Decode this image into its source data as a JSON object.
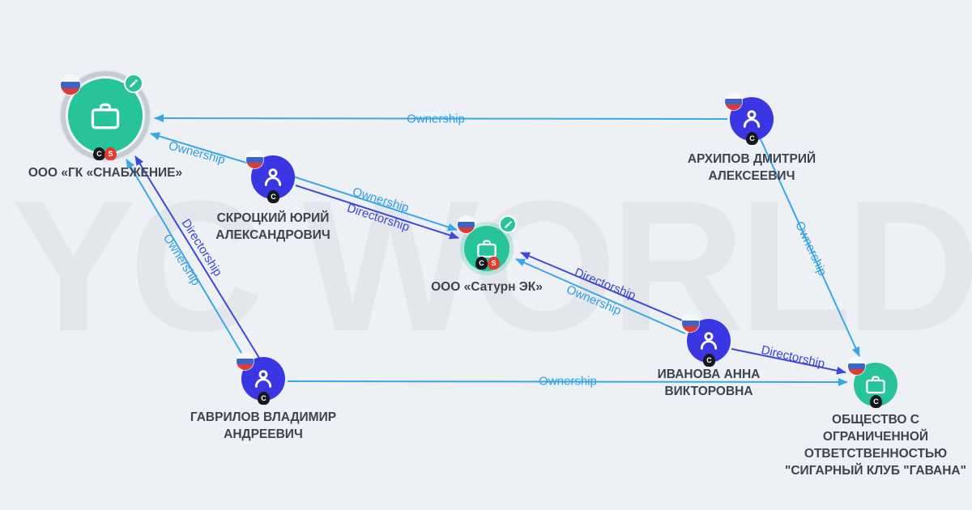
{
  "watermark": "YC WORLD",
  "colors": {
    "background": "#edf1f5",
    "watermark": "#e3e7ec",
    "ownership_edge": "#38a7e8",
    "directorship_edge": "#3e49d6",
    "person_node": "#3a36e4",
    "company_node": "#27c49c",
    "label_text": "#3d4450",
    "flag_blue": "#3c64c8",
    "flag_red": "#dd3b33",
    "badge_black": "#15181d",
    "badge_red": "#e63a2e"
  },
  "nodes": [
    {
      "id": "snabzhenie",
      "type": "company",
      "label": "ООО «ГК «СНАБЖЕНИЕ»",
      "country": "RU",
      "badges": [
        "C",
        "S"
      ],
      "selected": true,
      "editable": true
    },
    {
      "id": "skrotsky",
      "type": "person",
      "label": "СКРОЦКИЙ ЮРИЙ\nАЛЕКСАНДРОВИЧ",
      "country": "RU",
      "badges": [
        "C"
      ]
    },
    {
      "id": "arkhipov",
      "type": "person",
      "label": "АРХИПОВ ДМИТРИЙ\nАЛЕКСЕЕВИЧ",
      "country": "RU",
      "badges": [
        "C"
      ]
    },
    {
      "id": "saturn",
      "type": "company",
      "label": "ООО «Сатурн ЭК»",
      "country": "RU",
      "badges": [
        "C",
        "S"
      ],
      "editable": true
    },
    {
      "id": "gavrilov",
      "type": "person",
      "label": "ГАВРИЛОВ ВЛАДИМИР\nАНДРЕЕВИЧ",
      "country": "RU",
      "badges": [
        "C"
      ]
    },
    {
      "id": "ivanova",
      "type": "person",
      "label": "ИВАНОВА АННА\nВИКТОРОВНА",
      "country": "RU",
      "badges": [
        "C"
      ]
    },
    {
      "id": "havana",
      "type": "company",
      "label": "ОБЩЕСТВО С\nОГРАНИЧЕННОЙ\nОТВЕТСТВЕННОСТЬЮ\n\"СИГАРНЫЙ КЛУБ \"ГАВАНА\"",
      "country": "RU",
      "badges": [
        "C"
      ]
    }
  ],
  "edges": [
    {
      "from": "arkhipov",
      "to": "snabzhenie",
      "label": "Ownership"
    },
    {
      "from": "skrotsky",
      "to": "snabzhenie",
      "label": "Ownership"
    },
    {
      "from": "skrotsky",
      "to": "saturn",
      "label": "Ownership"
    },
    {
      "from": "skrotsky",
      "to": "saturn",
      "label": "Directorship"
    },
    {
      "from": "gavrilov",
      "to": "snabzhenie",
      "label": "Ownership"
    },
    {
      "from": "gavrilov",
      "to": "snabzhenie",
      "label": "Directorship"
    },
    {
      "from": "gavrilov",
      "to": "havana",
      "label": "Ownership"
    },
    {
      "from": "ivanova",
      "to": "saturn",
      "label": "Directorship"
    },
    {
      "from": "ivanova",
      "to": "saturn",
      "label": "Ownership"
    },
    {
      "from": "ivanova",
      "to": "havana",
      "label": "Directorship"
    },
    {
      "from": "arkhipov",
      "to": "havana",
      "label": "Ownership"
    }
  ]
}
